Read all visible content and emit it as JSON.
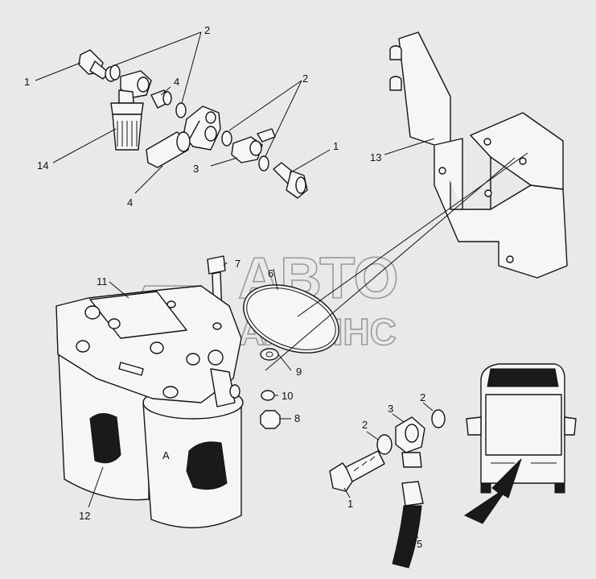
{
  "labels": {
    "l1a": "1",
    "l2a": "2",
    "l4a": "4",
    "l2b": "2",
    "l1b": "1",
    "l14": "14",
    "l3a": "3",
    "l4b": "4",
    "l13": "13",
    "l7": "7",
    "l11": "11",
    "l6": "6",
    "l9": "9",
    "l10": "10",
    "l8": "8",
    "lA": "A",
    "l12": "12",
    "l2c": "2",
    "l3b": "3",
    "l2d": "2",
    "l1c": "1",
    "l5": "5"
  },
  "watermark": {
    "line1": "АВТО",
    "line2": "АЛЬЯНС"
  },
  "colors": {
    "background": "#e9e9e9",
    "ink": "#141414",
    "watermark": "#9a9a9a"
  }
}
